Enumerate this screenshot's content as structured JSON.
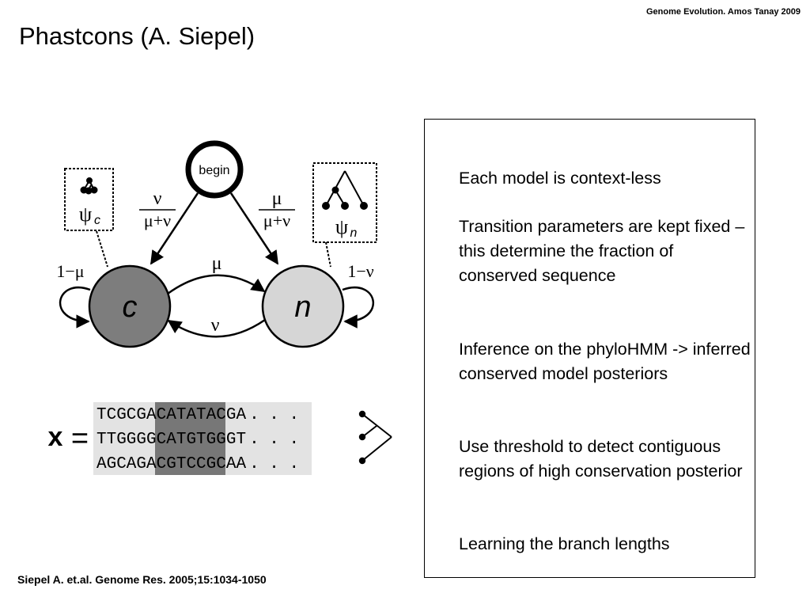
{
  "header": {
    "credit": "Genome Evolution. Amos Tanay 2009"
  },
  "title": "Phastcons (A. Siepel)",
  "diagram": {
    "begin_label": "begin",
    "state_c": "c",
    "state_n": "n",
    "edge_begin_c": {
      "numerator": "ν",
      "denominator": "μ+ν"
    },
    "edge_begin_n": {
      "numerator": "μ",
      "denominator": "μ+ν"
    },
    "self_loop_c": "1−μ",
    "self_loop_n": "1−ν",
    "edge_c_to_n": "μ",
    "edge_n_to_c": "ν",
    "psi_c": {
      "symbol": "ψ",
      "sub": "c"
    },
    "psi_n": {
      "symbol": "ψ",
      "sub": "n"
    }
  },
  "alignment": {
    "x_label": "x",
    "equals": "=",
    "rows": [
      {
        "pre": "TCGC",
        "mid": "GACAT",
        "post": "ATACGA",
        "dots": ". . ."
      },
      {
        "pre": "TTGG",
        "mid": "GGCAT",
        "post": "GTGGGT",
        "dots": ". . ."
      },
      {
        "pre": "AGCA",
        "mid": "GACGT",
        "post": "CCGCAA",
        "dots": ". . ."
      }
    ]
  },
  "bullets": [
    "Each model is context-less",
    "Transition parameters are kept fixed – this determine the fraction of conserved sequence",
    "Inference on the phyloHMM -> inferred conserved model posteriors",
    "Use threshold to detect contiguous regions of high conservation posterior",
    "Learning the branch lengths"
  ],
  "footer": {
    "citation": "Siepel A. et.al. Genome Res. 2005;15:1034-1050"
  }
}
